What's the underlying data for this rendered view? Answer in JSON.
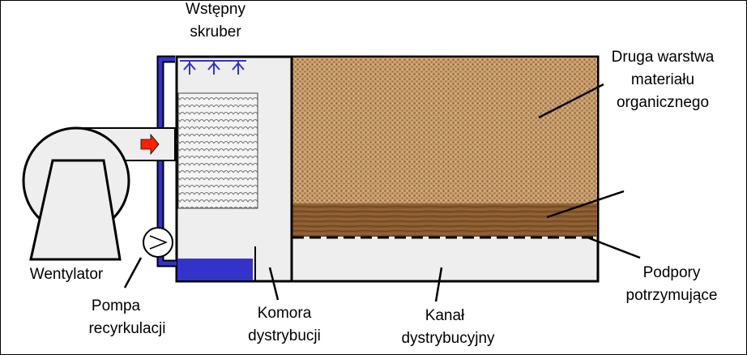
{
  "labels": {
    "scrubber_line1": "Wstępny",
    "scrubber_line2": "skruber",
    "organic_line1": "Druga warstwa",
    "organic_line2": "materiału",
    "organic_line3": "organicznego",
    "fan": "Wentylator",
    "pump_line1": "Pompa",
    "pump_line2": "recyrkulacji",
    "chamber_line1": "Komora",
    "chamber_line2": "dystrybucji",
    "channel_line1": "Kanał",
    "channel_line2": "dystrybucyjny",
    "supports_line1": "Podpory",
    "supports_line2": "potrzymujące"
  },
  "colors": {
    "water": "#3333cc",
    "pipe": "#3333cc",
    "arrow": "#ff2200",
    "housing": "#eeeeee",
    "organic_top": "#c49a6c",
    "organic_bottom": "#8a5a2b",
    "outline": "#000000"
  }
}
